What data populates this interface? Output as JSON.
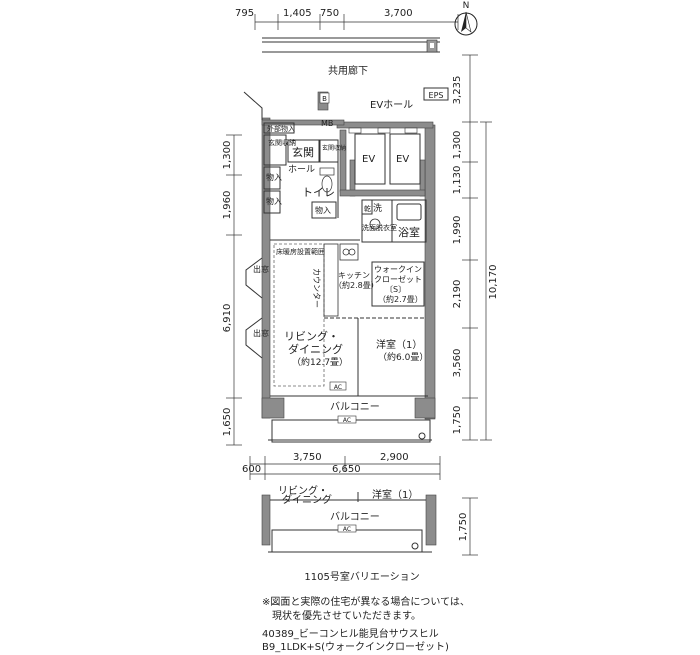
{
  "dims": {
    "top": [
      "795",
      "1,405",
      "750",
      "3,700"
    ],
    "right": [
      "3,235",
      "1,300",
      "1,130",
      "1,990",
      "2,190",
      "3,560",
      "1,750"
    ],
    "right_total": "10,170",
    "left": [
      "1,300",
      "1,960",
      "6,910",
      "1,650"
    ],
    "bottom": [
      "3,750",
      "2,900"
    ],
    "bottom_total": "6,650",
    "bottom_left": "600",
    "variation_right": "1,750"
  },
  "labels": {
    "compass": "N",
    "corridor": "共用廊下",
    "ev_hall": "EVホール",
    "eps": "EPS",
    "ev1": "EV",
    "ev2": "EV",
    "b": "B",
    "mb": "MB",
    "outdoor_storage": "外部物入",
    "genkan": "玄関",
    "genkan_storage": "玄関収納",
    "genkan_storage2": "玄関収納",
    "hall": "ホール",
    "storage1": "物入",
    "storage2": "物入",
    "storage3": "物入",
    "toilet": "トイレ",
    "wash": "洗",
    "kanso": "乾",
    "dressing": "洗面脱衣室",
    "bath": "浴室",
    "floor_heating": "床暖房設置範囲",
    "counter": "カウンター",
    "kitchen": "キッチン",
    "kitchen_area": "（約2.8畳）",
    "wic": "ウォークイン",
    "wic2": "クローゼット",
    "wic_s": "〔S〕",
    "wic_area": "（約2.7畳）",
    "window1": "出窓",
    "window2": "出窓",
    "living": "リビング・",
    "living2": "ダイニング",
    "living_area": "（約12.7畳）",
    "western": "洋室（1）",
    "western_area": "（約6.0畳）",
    "balcony": "バルコニー",
    "ac": "AC",
    "ac2": "AC",
    "var_living": "リビング・",
    "var_living2": "ダイニング",
    "var_western": "洋室（1）",
    "var_balcony": "バルコニー",
    "var_ac": "AC",
    "variation_caption": "1105号室バリエーション"
  },
  "notes": {
    "line1": "※図面と実際の住宅が異なる場合については、",
    "line2": "　現状を優先させていただきます。",
    "line3": "40389_ビーコンヒル能見台サウスヒル",
    "line4": "B9_1LDK+S(ウォークインクローゼット)"
  }
}
